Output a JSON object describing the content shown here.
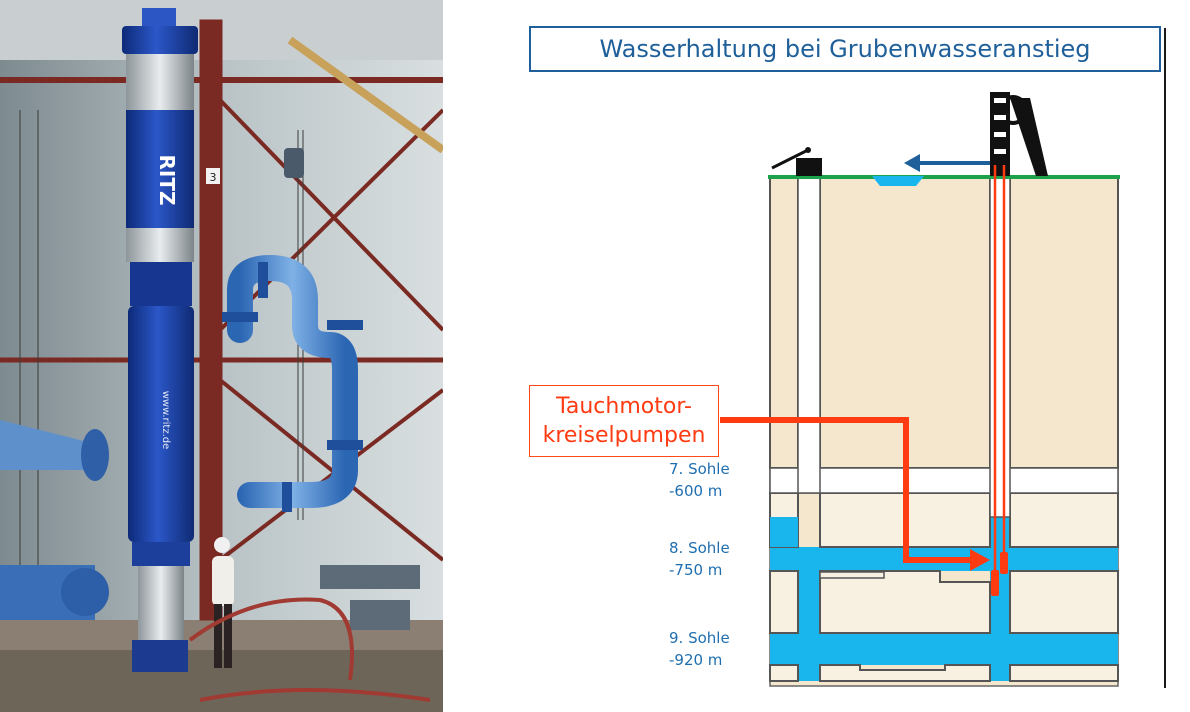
{
  "title": "Wasserhaltung bei Grubenwasseranstieg",
  "photo": {
    "brand_text": "RITZ",
    "url_text": "www.ritz.de",
    "column_number": "3"
  },
  "pump_label": {
    "line1": "Tauchmotor-",
    "line2": "kreiselpumpen"
  },
  "levels": [
    {
      "name": "7. Sohle",
      "depth": "-600 m"
    },
    {
      "name": "8. Sohle",
      "depth": "-750 m"
    },
    {
      "name": "9. Sohle",
      "depth": "-920 m"
    }
  ],
  "colors": {
    "title_blue": "#1f5f9a",
    "water": "#19b6ee",
    "ground": "#f5e7cd",
    "surface": "#1aa34a",
    "pump_red": "#ff3b12",
    "arrow_blue": "#1f5f9a"
  }
}
